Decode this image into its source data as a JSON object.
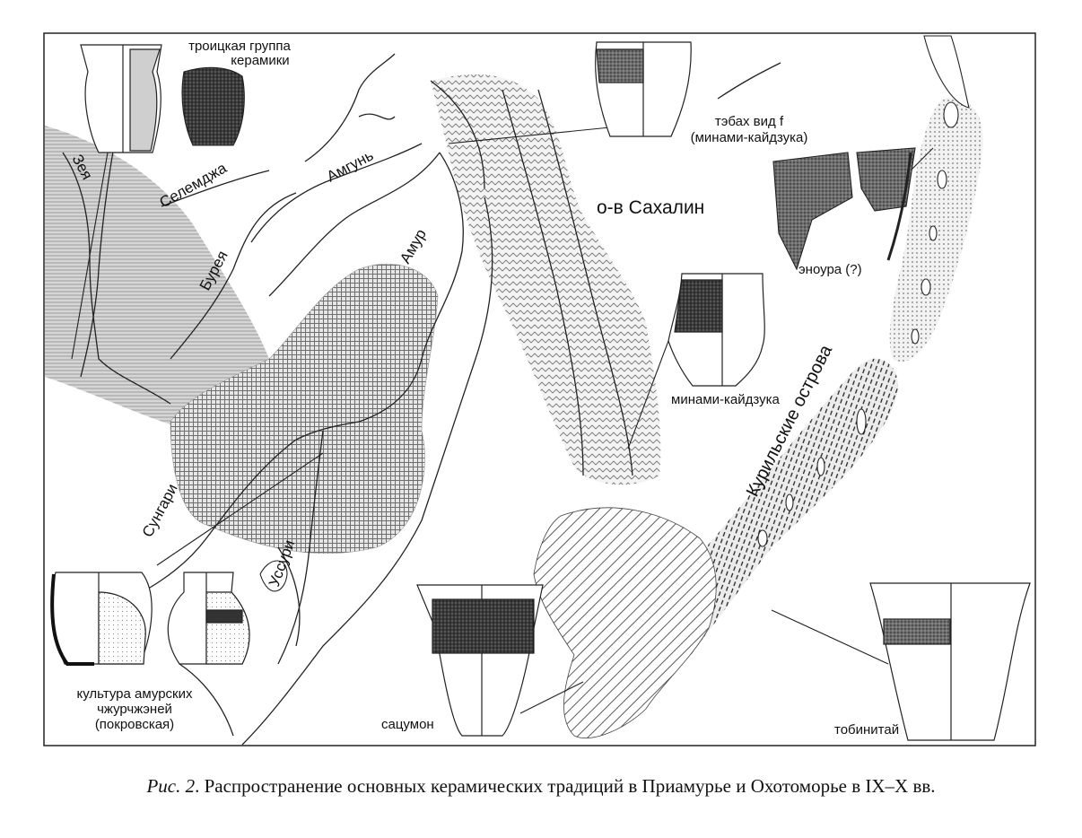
{
  "map": {
    "rivers": {
      "zeya": "Зея",
      "selemdzha": "Селемджа",
      "amgun": "Амгунь",
      "bureya": "Бурея",
      "amur": "Амур",
      "sungari": "Сунгари",
      "ussuri": "Уссури"
    },
    "places": {
      "sakhalin": "о-в Сахалин",
      "kurils": "Курильские острова"
    },
    "vessels": {
      "troitskaya": [
        "троицкая группа",
        "керамики"
      ],
      "tebakh": [
        "тэбах вид f",
        "(минами-кайдзука)"
      ],
      "enoura": "эноура (?)",
      "minami": "минами-кайдзука",
      "amur_jurchen": [
        "культура амурских",
        "чжурчжэней",
        "(покровская)"
      ],
      "satsumon": "сацумон",
      "tobinitai": "тобинитай"
    }
  },
  "caption": {
    "prefix": "Рис. 2",
    "text": ". Распространение основных керамических традиций в Приамурье и Охотоморье в IX–X вв."
  }
}
